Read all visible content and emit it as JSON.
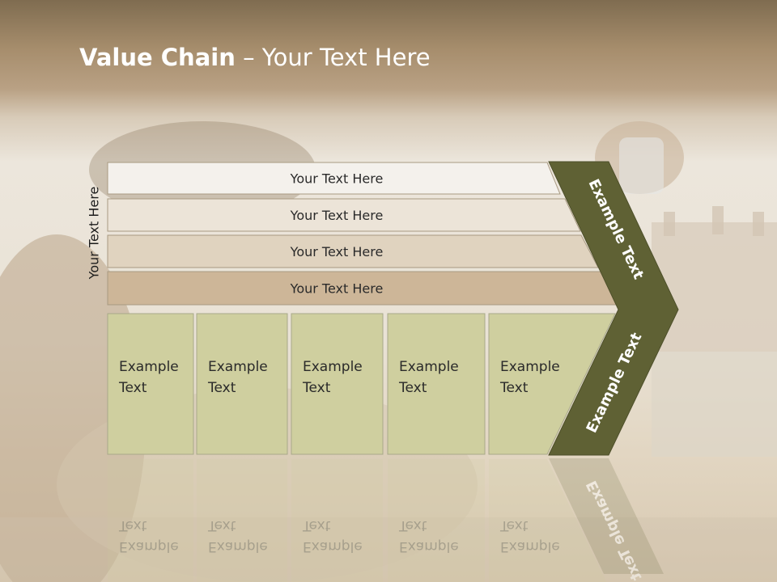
{
  "slide": {
    "title_bold": "Value Chain",
    "title_rest": " – Your Text Here",
    "side_label": "Your Text Here"
  },
  "bars": [
    {
      "label": "Your Text Here",
      "color": "#f4f1ec"
    },
    {
      "label": "Your Text Here",
      "color": "#ece4d8"
    },
    {
      "label": "Your Text Here",
      "color": "#e0d3bf"
    },
    {
      "label": "Your Text Here",
      "color": "#cdb698"
    }
  ],
  "boxes": [
    {
      "line1": "Example",
      "line2": "Text"
    },
    {
      "line1": "Example",
      "line2": "Text"
    },
    {
      "line1": "Example",
      "line2": "Text"
    },
    {
      "line1": "Example",
      "line2": "Text"
    },
    {
      "line1": "Example",
      "line2": "Text"
    }
  ],
  "chevron": {
    "upper_label": "Example Text",
    "lower_label": "Example Text",
    "color": "#5f6134"
  },
  "colors": {
    "box_fill": "#cfcf9f",
    "bar_stroke": "#a89a82",
    "title": "#ffffff"
  }
}
